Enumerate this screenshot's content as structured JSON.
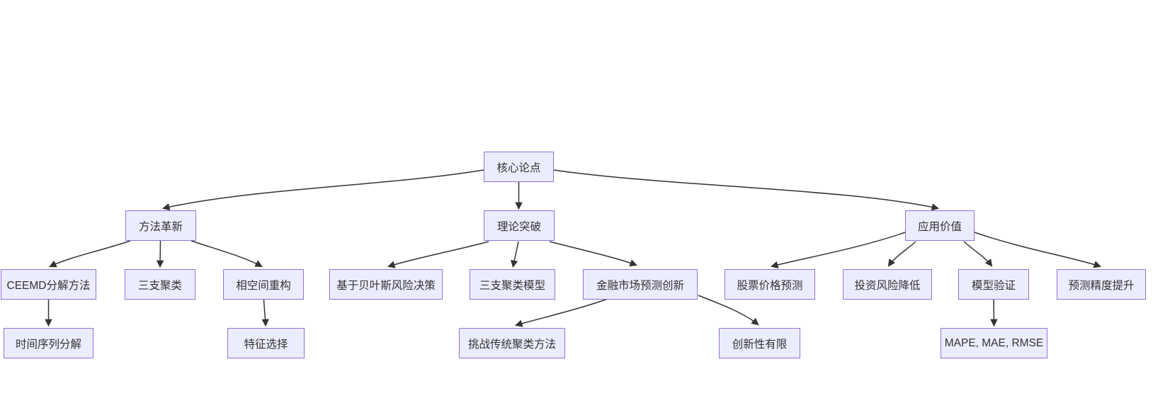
{
  "diagram": {
    "type": "flowchart-top-down",
    "colors": {
      "background": "#ffffff",
      "node_fill": "#ECECFF",
      "node_border": "#9370DB",
      "edge": "#333333",
      "text": "#333333"
    },
    "nodes": {
      "root": {
        "label": "核心论点"
      },
      "method": {
        "label": "方法革新"
      },
      "theory": {
        "label": "理论突破"
      },
      "application": {
        "label": "应用价值"
      },
      "ceemd": {
        "label": "CEEMD分解方法"
      },
      "threeway": {
        "label": "三支聚类"
      },
      "phase": {
        "label": "相空间重构"
      },
      "bayes": {
        "label": "基于贝叶斯风险决策"
      },
      "twmodel": {
        "label": "三支聚类模型"
      },
      "finance": {
        "label": "金融市场预测创新"
      },
      "stock": {
        "label": "股票价格预测"
      },
      "risk": {
        "label": "投资风险降低"
      },
      "validation": {
        "label": "模型验证"
      },
      "accuracy": {
        "label": "预测精度提升"
      },
      "tsdecomp": {
        "label": "时间序列分解"
      },
      "feature": {
        "label": "特征选择"
      },
      "challenge": {
        "label": "挑战传统聚类方法"
      },
      "limited": {
        "label": "创新性有限"
      },
      "metrics": {
        "label": "MAPE, MAE, RMSE"
      }
    },
    "edges": [
      {
        "from": "root",
        "to": "method"
      },
      {
        "from": "root",
        "to": "theory"
      },
      {
        "from": "root",
        "to": "application"
      },
      {
        "from": "method",
        "to": "ceemd"
      },
      {
        "from": "method",
        "to": "threeway"
      },
      {
        "from": "method",
        "to": "phase"
      },
      {
        "from": "theory",
        "to": "bayes"
      },
      {
        "from": "theory",
        "to": "twmodel"
      },
      {
        "from": "theory",
        "to": "finance"
      },
      {
        "from": "application",
        "to": "stock"
      },
      {
        "from": "application",
        "to": "risk"
      },
      {
        "from": "application",
        "to": "validation"
      },
      {
        "from": "application",
        "to": "accuracy"
      },
      {
        "from": "ceemd",
        "to": "tsdecomp"
      },
      {
        "from": "phase",
        "to": "feature"
      },
      {
        "from": "finance",
        "to": "challenge"
      },
      {
        "from": "finance",
        "to": "limited"
      },
      {
        "from": "validation",
        "to": "metrics"
      }
    ]
  }
}
